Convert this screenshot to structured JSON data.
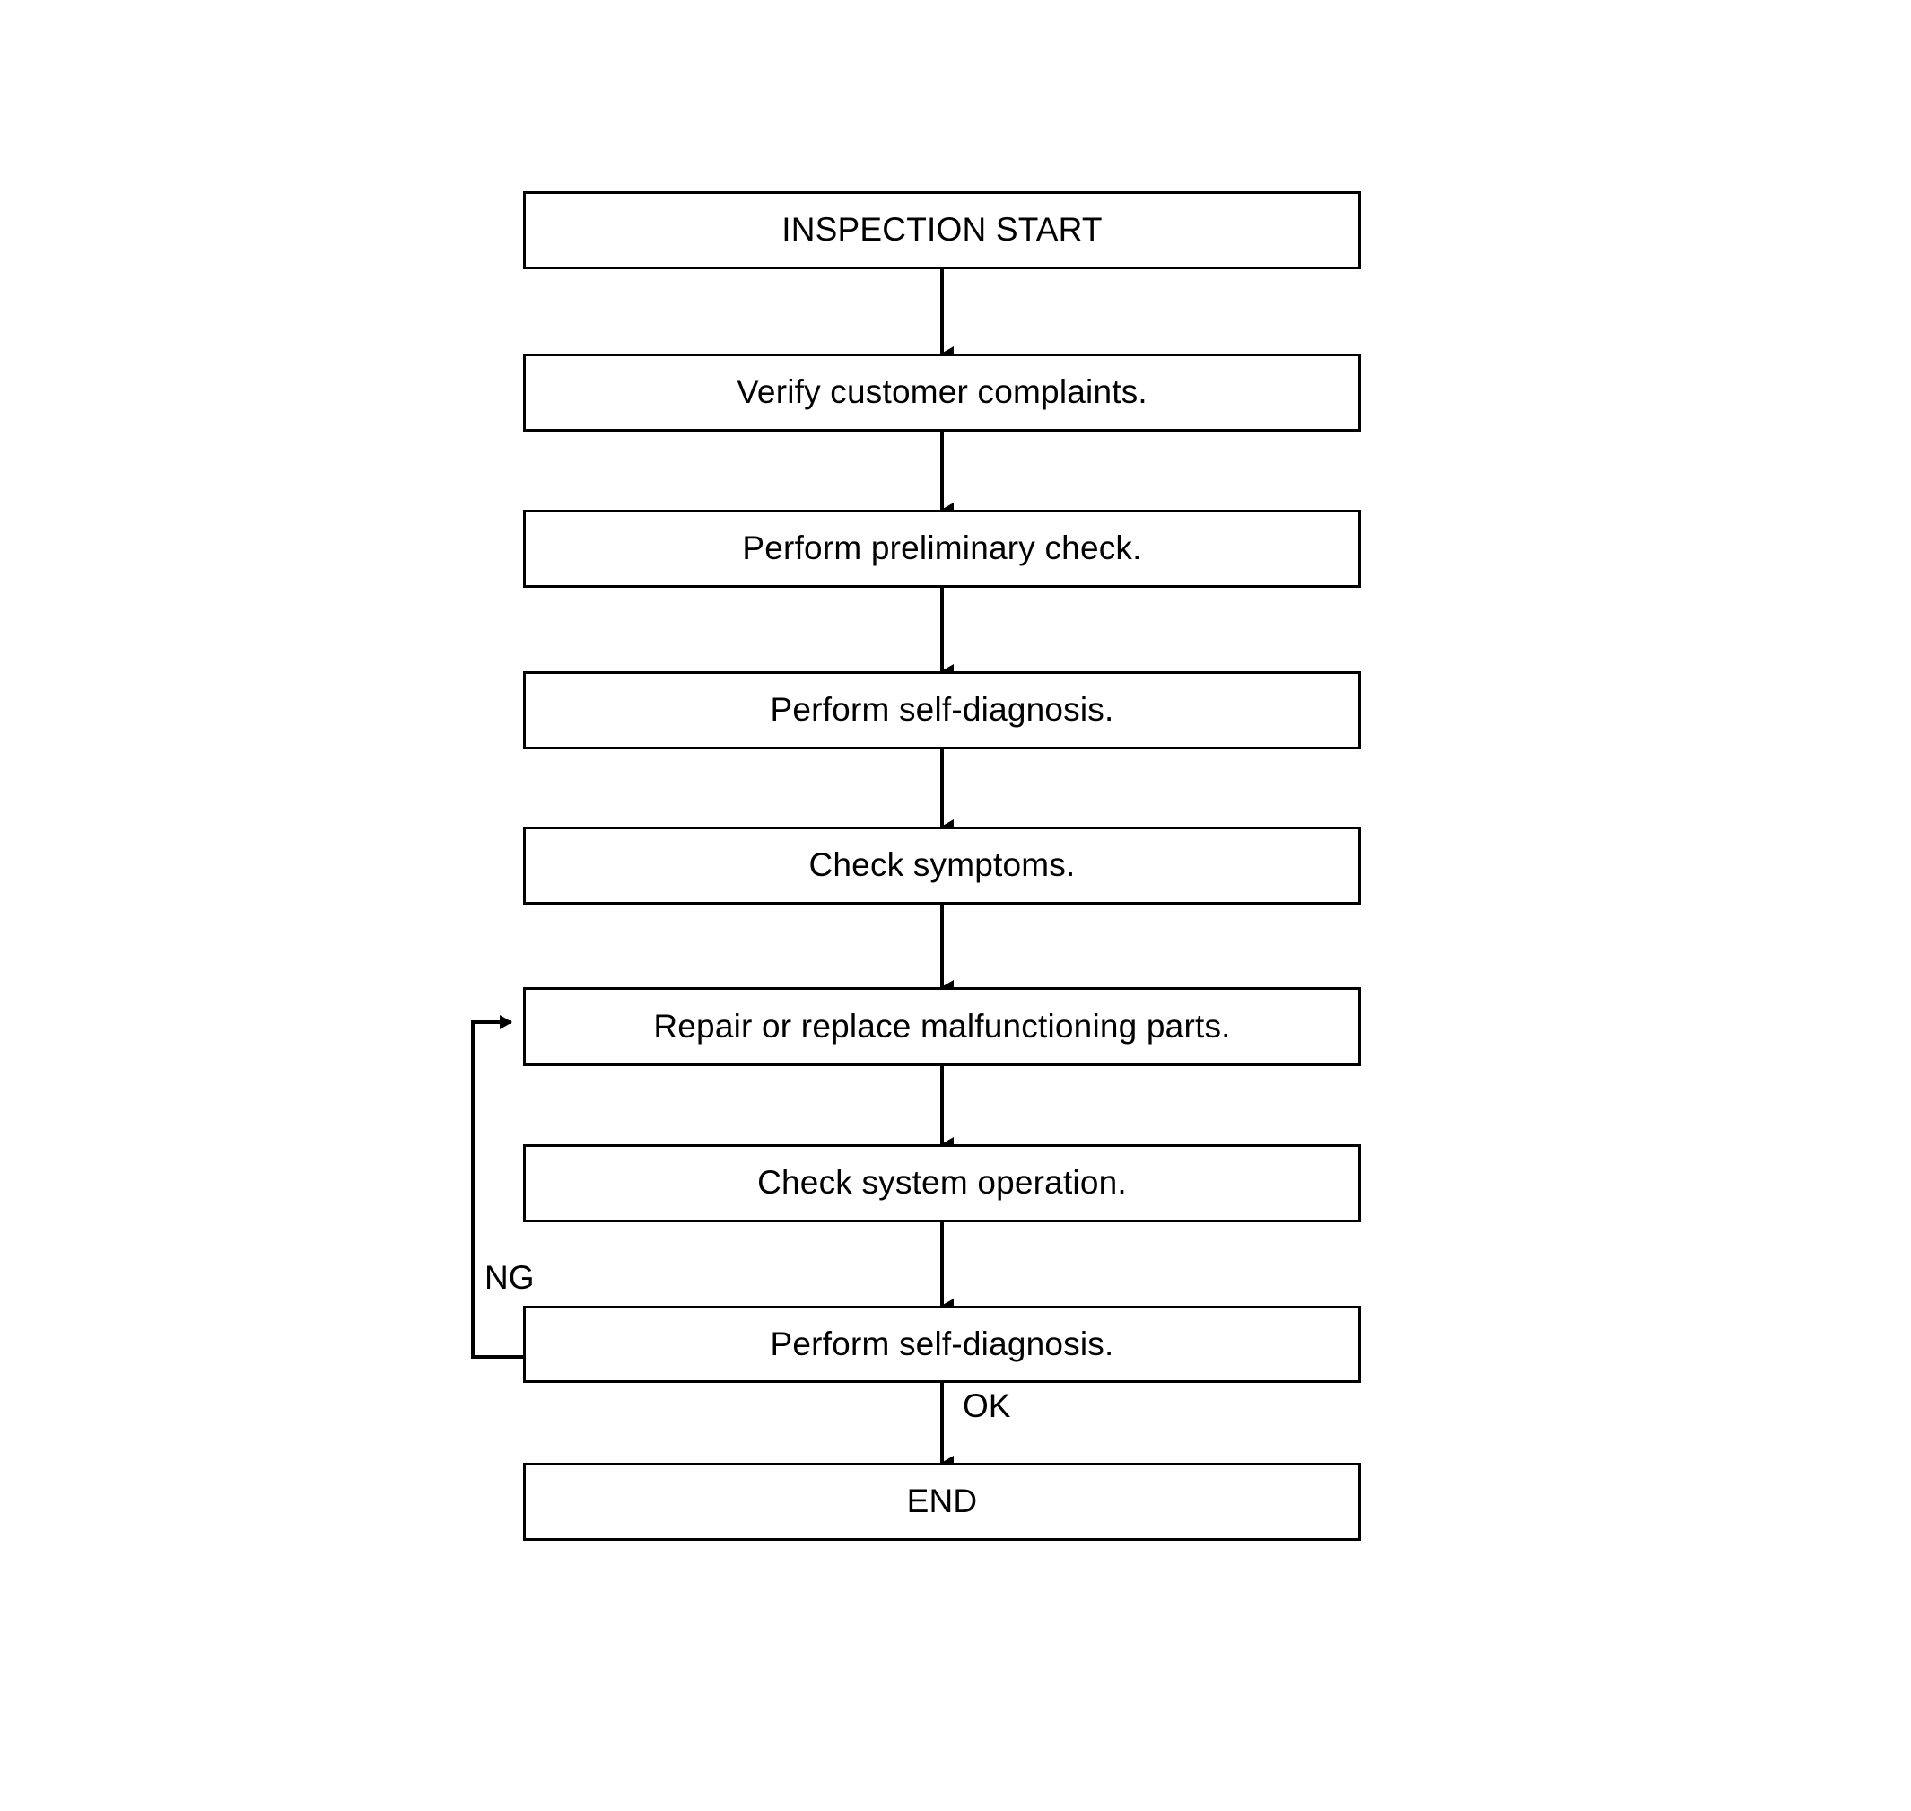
{
  "diagram": {
    "title": "Work Flow / Inspection Flowchart",
    "type": "flowchart",
    "orientation": "top-to-bottom",
    "background_color": "#ffffff",
    "line_color": "#000000",
    "text_color": "#000000",
    "nodes": [
      {
        "id": "start",
        "label": "INSPECTION START",
        "shape": "rectangle"
      },
      {
        "id": "verify",
        "label": "Verify customer complaints.",
        "shape": "rectangle"
      },
      {
        "id": "preliminary",
        "label": "Perform preliminary check.",
        "shape": "rectangle"
      },
      {
        "id": "selfdiag1",
        "label": "Perform self-diagnosis.",
        "shape": "rectangle"
      },
      {
        "id": "symptoms",
        "label": "Check symptoms.",
        "shape": "rectangle"
      },
      {
        "id": "repair",
        "label": "Repair or replace malfunctioning parts.",
        "shape": "rectangle"
      },
      {
        "id": "checkop",
        "label": "Check system operation.",
        "shape": "rectangle"
      },
      {
        "id": "selfdiag2",
        "label": "Perform self-diagnosis.",
        "shape": "rectangle"
      },
      {
        "id": "end",
        "label": "END",
        "shape": "rectangle"
      }
    ],
    "edge_labels": {
      "ng": "NG",
      "ok": "OK"
    },
    "edges": [
      {
        "from": "start",
        "to": "verify",
        "label": ""
      },
      {
        "from": "verify",
        "to": "preliminary",
        "label": ""
      },
      {
        "from": "preliminary",
        "to": "selfdiag1",
        "label": ""
      },
      {
        "from": "selfdiag1",
        "to": "symptoms",
        "label": ""
      },
      {
        "from": "symptoms",
        "to": "repair",
        "label": ""
      },
      {
        "from": "repair",
        "to": "checkop",
        "label": ""
      },
      {
        "from": "checkop",
        "to": "selfdiag2",
        "label": ""
      },
      {
        "from": "selfdiag2",
        "to": "end",
        "label": "OK"
      },
      {
        "from": "selfdiag2",
        "to": "repair",
        "label": "NG"
      }
    ]
  }
}
